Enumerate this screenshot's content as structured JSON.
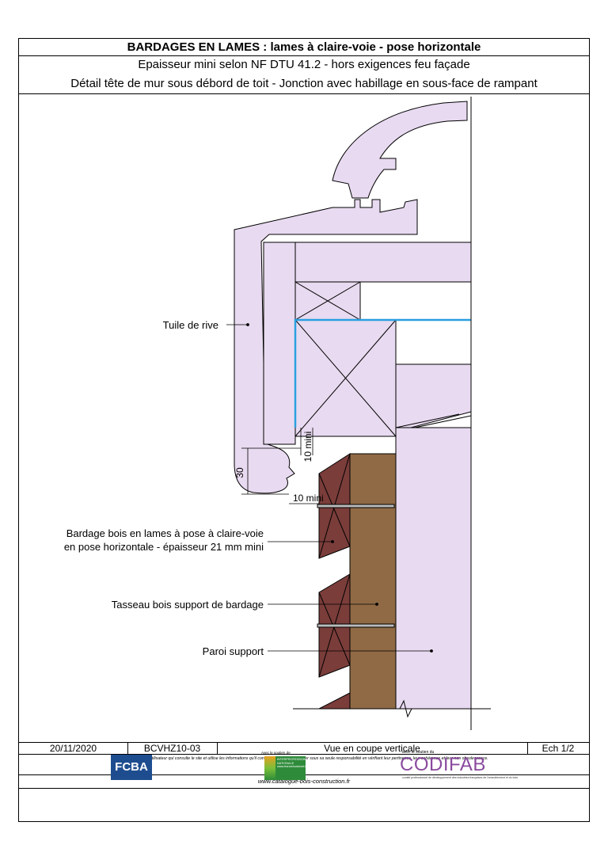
{
  "header": {
    "title": "BARDAGES EN LAMES : lames à claire-voie - pose horizontale",
    "subtitle_line1": "Epaisseur mini selon NF DTU 41.2 - hors exigences feu façade",
    "subtitle_line2": "Détail tête de mur sous débord de toit - Jonction avec habillage en sous-face de rampant"
  },
  "labels": {
    "tuile_de_rive": "Tuile de rive",
    "bardage_line1": "Bardage bois en lames à pose à claire-voie",
    "bardage_line2": "en pose horizontale - épaisseur 21 mm mini",
    "tasseau": "Tasseau bois support de bardage",
    "paroi": "Paroi support"
  },
  "dimensions": {
    "vertical_30": "30",
    "ten_mini_vertical": "10 mini",
    "ten_mini_horizontal": "10 mini"
  },
  "footer": {
    "date": "20/11/2020",
    "reference": "BCVHZ10-03",
    "view": "Vue en coupe verticale",
    "scale": "Ech 1/2",
    "disclaimer": "Il est rappelé à l'utilisateur qui consulte le site et utilise les informations qu'il contient, qu'il doit les utiliser sous sa seule responsabilité en vérifiant leur pertinence, leur cohérence et leur non obsolescence.",
    "website": "www.catalogue-bois-construction.fr"
  },
  "logos": {
    "fcba": "FCBA",
    "interprofession_caption": "Avec le soutien de",
    "interprofession_text": "INTERPROFESSION NATIONALE www.franceboisforet.fr",
    "codifab_caption": "avec le soutien du",
    "codifab": "CODIFAB",
    "codifab_sub": "comité professionnel de développement des industries françaises de l'ameublement et du bois"
  },
  "colors": {
    "tile_fill": "#e8daf0",
    "cladding_fill": "#7a3d3a",
    "batten_fill": "#8f6a45",
    "membrane_blue": "#2a9fe0"
  }
}
